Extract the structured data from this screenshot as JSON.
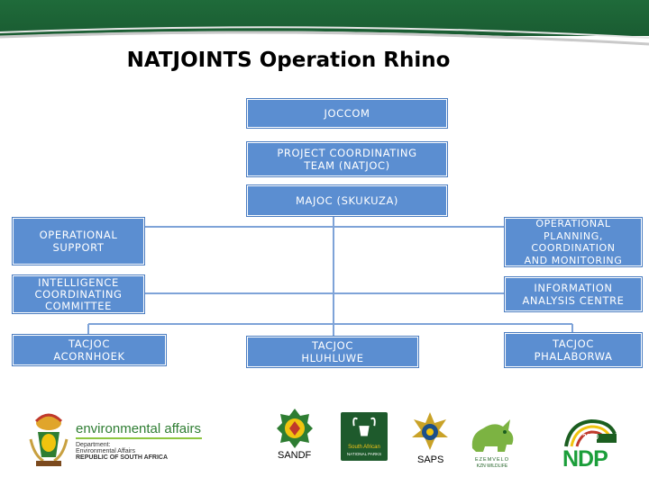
{
  "slide": {
    "title": "NATJOINTS Operation Rhino"
  },
  "nodes": {
    "joccom": "JOCCOM",
    "project_team": "PROJECT COORDINATING\nTEAM (NATJOC)",
    "majoc": "MAJOC  (SKUKUZA)",
    "operational_support": "OPERATIONAL\nSUPPORT",
    "operational_planning": "OPERATIONAL\nPLANNING,\nCOORDINATION\nAND MONITORING",
    "intelligence": "INTELLIGENCE\nCOORDINATING\nCOMMITTEE",
    "information_analysis": "INFORMATION\nANALYSIS CENTRE",
    "tacjoc_acornhoek": "TACJOC\nACORNHOEK",
    "tacjoc_hluhluwe": "TACJOC\nHLUHLUWE",
    "tacjoc_phalaborwa": "TACJOC\nPHALABORWA"
  },
  "logos": {
    "environmental_affairs": {
      "name": "environmental affairs",
      "line1": "Department:",
      "line2": "Environmental Affairs",
      "line3": "REPUBLIC OF SOUTH AFRICA"
    },
    "sandf": {
      "caption": "SANDF"
    },
    "sanparks": {
      "line1": "South African",
      "line2": "NATIONAL PARKS"
    },
    "saps": {
      "caption": "SAPS"
    },
    "ezemvelo": {
      "line1": "EZEMVELO",
      "line2": "KZN WILDLIFE"
    },
    "ndp": {
      "badge": "2030",
      "text": "NDP"
    }
  },
  "colors": {
    "box_fill": "#5b8ed1",
    "connector": "#7ea3d8",
    "header_green": "#1f6b3a"
  }
}
